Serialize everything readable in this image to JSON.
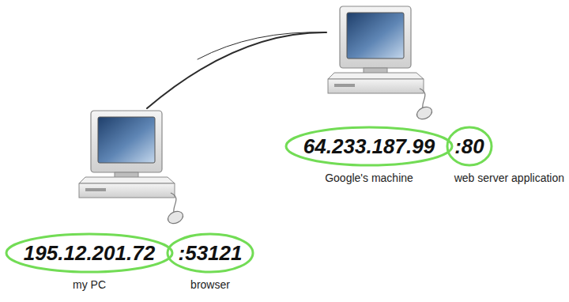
{
  "diagram": {
    "nodes": [
      {
        "text": [
          "64.233.187.99"
        ]
      },
      {
        "text": [
          ":80"
        ]
      },
      {
        "text": [
          "195.12.201.72"
        ]
      },
      {
        "text": [
          ":53121"
        ]
      }
    ],
    "labels": [
      "Google's machine",
      "web server application",
      "my PC",
      "browser"
    ]
  }
}
